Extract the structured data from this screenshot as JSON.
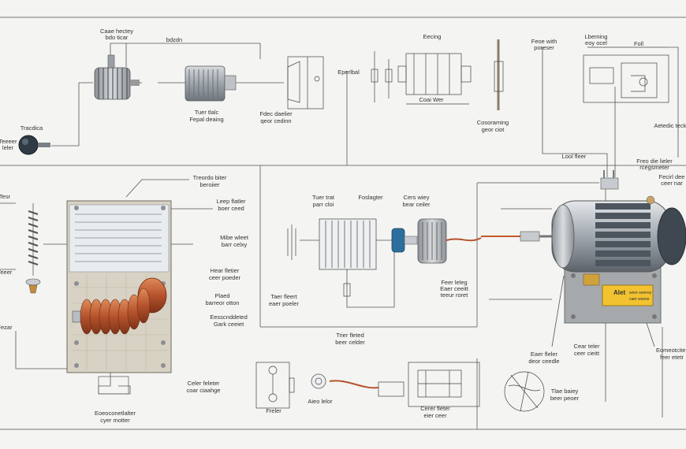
{
  "colors": {
    "paper": "#f4f4f2",
    "line": "#555555",
    "copper": "#b5522c",
    "metal": "#a7acb2",
    "label_yellow": "#f2c230",
    "capacitor_blue": "#2d6f9c"
  },
  "labels": {
    "l01": [
      "Caae hectey",
      "bdo ticar"
    ],
    "l02": [
      "bdzdn"
    ],
    "l03": [
      "Tracdica"
    ],
    "l04": [
      "Tuer tlalc",
      "Fepal deaing"
    ],
    "l05": [
      "Fdec daelier",
      "qeor cedinn"
    ],
    "l06": [
      "Eperlbal"
    ],
    "l07": [
      "Eecing"
    ],
    "l08": [
      "Coai Wer"
    ],
    "l09": [
      "Cosoraming",
      "geor ciot"
    ],
    "l10": [
      "Feoe with",
      "poreser"
    ],
    "l11": [
      "Lbeming",
      "eoy ocel"
    ],
    "l12": [
      "Foll"
    ],
    "l13": [
      "Aetedic tecke"
    ],
    "l14": [
      "Lool fleer"
    ],
    "l15": [
      "Freo die lieler",
      "rcegsmeter"
    ],
    "l16": [
      "Fecirl dee",
      "ceer nar"
    ],
    "l17": [
      "Treordo biter",
      "beroiier"
    ],
    "l18": [
      "Leep flatler",
      "boer ceed"
    ],
    "l19": [
      "Mibe wleet",
      "barr celxy"
    ],
    "l20": [
      "Hear fletier",
      "ceer poeder"
    ],
    "l21": [
      "Plaed",
      "barreor otton"
    ],
    "l22": [
      "Eesscnddeted",
      "Gark ceeiet"
    ],
    "l23": [
      "Celer feleter",
      "coar ciaahge"
    ],
    "l24": [
      "Eoeoconetlalter",
      "cyer motter"
    ],
    "l25": [
      "Tuer trat",
      "parr cloi"
    ],
    "l26": [
      "Foslagter"
    ],
    "l27": [
      "Cers wiey",
      "bear ceiler"
    ],
    "l28": [
      "Feer leleg",
      "Eaer ceeitt",
      "teeur roret"
    ],
    "l29": [
      "Taer fleert",
      "eaer poeler"
    ],
    "l30": [
      "Trier fleted",
      "beer celder"
    ],
    "l31": [
      "Eaer fleler",
      "deor ceedle"
    ],
    "l32": [
      "Cear teler",
      "ceer cieitt"
    ],
    "l33": [
      "Eomeotciter",
      "feer etetr"
    ],
    "l34": [
      "Tlae baiey",
      "beer peoer"
    ],
    "l35": [
      "Cerer fleter",
      "eier ceer"
    ],
    "l36": [
      "Aieo lelor"
    ],
    "l37": [
      "Freler"
    ],
    "l38": [
      "Teeeer",
      "leler"
    ],
    "l39": [
      "Tesr"
    ],
    "l40": [
      "Teeer"
    ],
    "l41": [
      "Fezar"
    ]
  },
  "warning_tag": [
    "Alet",
    "wnre weerey",
    "caer wseee"
  ],
  "icons": [
    "inductor-coil-icon",
    "motor-icon",
    "capacitor-icon",
    "resistor-icon",
    "knob-icon",
    "switch-icon",
    "gauge-icon",
    "fan-icon"
  ]
}
